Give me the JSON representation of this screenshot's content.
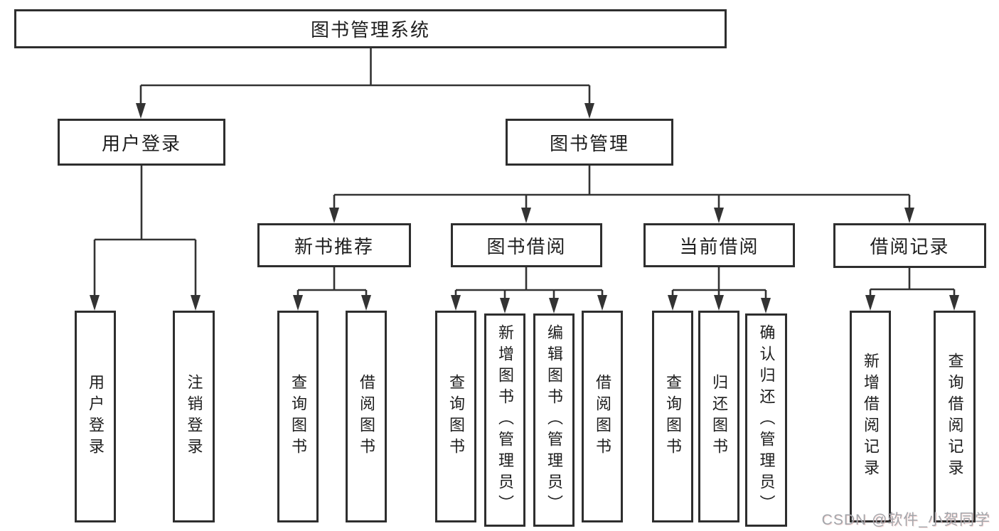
{
  "colors": {
    "line": "#333333",
    "box_border": "#2e2e2e",
    "box_background": "#ffffff",
    "text": "#1e1e1e",
    "watermark": "#a2a6ab"
  },
  "tree": {
    "label": "图书管理系统",
    "children": [
      {
        "label": "用户登录",
        "children": [
          {
            "label": "用户登录"
          },
          {
            "label": "注销登录"
          }
        ]
      },
      {
        "label": "图书管理",
        "children": [
          {
            "label": "新书推荐",
            "children": [
              {
                "label": "查询图书"
              },
              {
                "label": "借阅图书"
              }
            ]
          },
          {
            "label": "图书借阅",
            "children": [
              {
                "label": "查询图书"
              },
              {
                "label": "新增图书（管理员）"
              },
              {
                "label": "编辑图书（管理员）"
              },
              {
                "label": "借阅图书"
              }
            ]
          },
          {
            "label": "当前借阅",
            "children": [
              {
                "label": "查询图书"
              },
              {
                "label": "归还图书"
              },
              {
                "label": "确认归还（管理员）"
              }
            ]
          },
          {
            "label": "借阅记录",
            "children": [
              {
                "label": "新增借阅记录"
              },
              {
                "label": "查询借阅记录"
              }
            ]
          }
        ]
      }
    ]
  },
  "watermark": {
    "text": "CSDN @软件_小贺同学"
  }
}
